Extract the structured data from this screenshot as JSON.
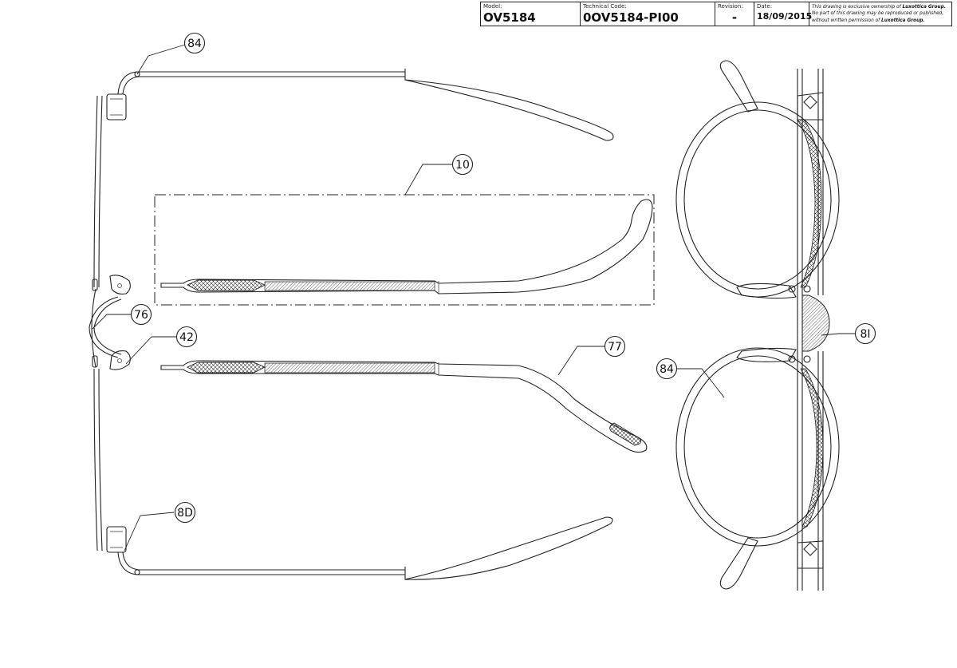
{
  "title_block": {
    "model_caption": "Model:",
    "model_value": "OV5184",
    "code_caption": "Technical Code:",
    "code_value": "0OV5184-PI00",
    "revision_caption": "Revision:",
    "revision_value": "-",
    "date_caption": "Date:",
    "date_value": "18/09/2015",
    "notice_line1": "This drawing is exclusive ownership of",
    "notice_brand": "Luxottica Group.",
    "notice_line2": "No part of this drawing may be reproduced or published,",
    "notice_line3": "without written permission of",
    "notice_brand2": "Luxottica Group."
  },
  "callouts": {
    "c84_top": "84",
    "c10": "10",
    "c76": "76",
    "c42": "42",
    "c77": "77",
    "c8D": "8D",
    "c84_lens": "84",
    "c81": "8I"
  }
}
